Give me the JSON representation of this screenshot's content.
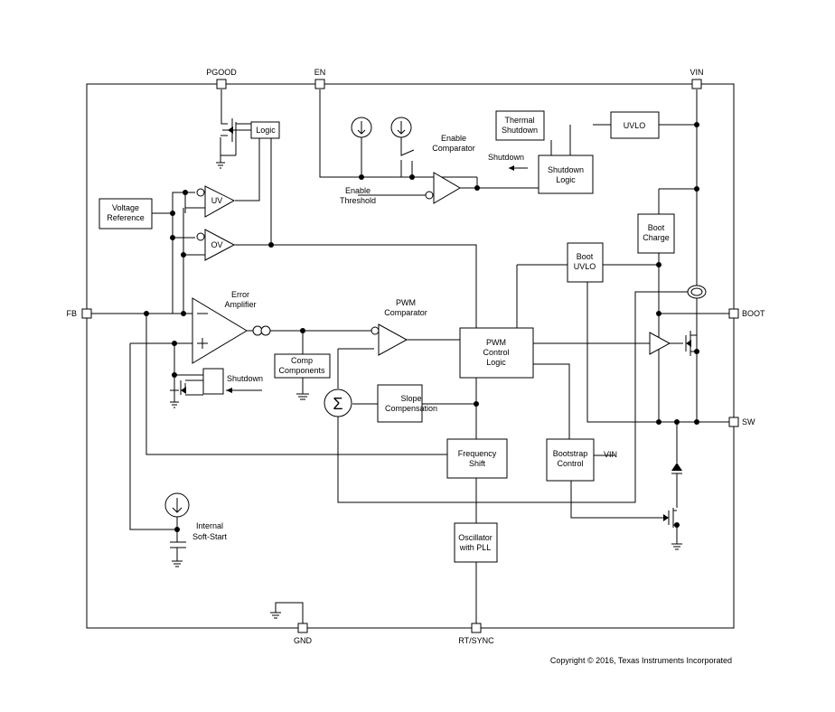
{
  "pins": {
    "pgood": "PGOOD",
    "en": "EN",
    "vin": "VIN",
    "fb": "FB",
    "boot": "BOOT",
    "sw": "SW",
    "gnd": "GND",
    "rtsync": "RT/SYNC"
  },
  "blocks": {
    "logic": "Logic",
    "voltage_reference": [
      "Voltage",
      "Reference"
    ],
    "uv": "UV",
    "ov": "OV",
    "error_amplifier": [
      "Error",
      "Amplifier"
    ],
    "comp_components": [
      "Comp",
      "Components"
    ],
    "pwm_comparator": [
      "PWM",
      "Comparator"
    ],
    "pwm_control_logic": [
      "PWM",
      "Control",
      "Logic"
    ],
    "slope_compensation": [
      "Slope",
      "Compensation"
    ],
    "frequency_shift": [
      "Frequency",
      "Shift"
    ],
    "oscillator_pll": [
      "Oscillator",
      "with PLL"
    ],
    "thermal_shutdown": [
      "Thermal",
      "Shutdown"
    ],
    "uvlo": "UVLO",
    "shutdown_logic": [
      "Shutdown",
      "Logic"
    ],
    "enable_comparator": [
      "Enable",
      "Comparator"
    ],
    "enable_threshold": [
      "Enable",
      "Threshold"
    ],
    "boot_charge": [
      "Boot",
      "Charge"
    ],
    "boot_uvlo": [
      "Boot",
      "UVLO"
    ],
    "bootstrap_control": [
      "Bootstrap",
      "Control"
    ],
    "internal_softstart": [
      "Internal",
      "Soft-Start"
    ],
    "shutdown_arrow_top": "Shutdown",
    "shutdown_arrow_left": "Shutdown",
    "vin_small": "VIN",
    "sigma": "Σ"
  },
  "copyright": "Copyright © 2016, Texas Instruments Incorporated"
}
